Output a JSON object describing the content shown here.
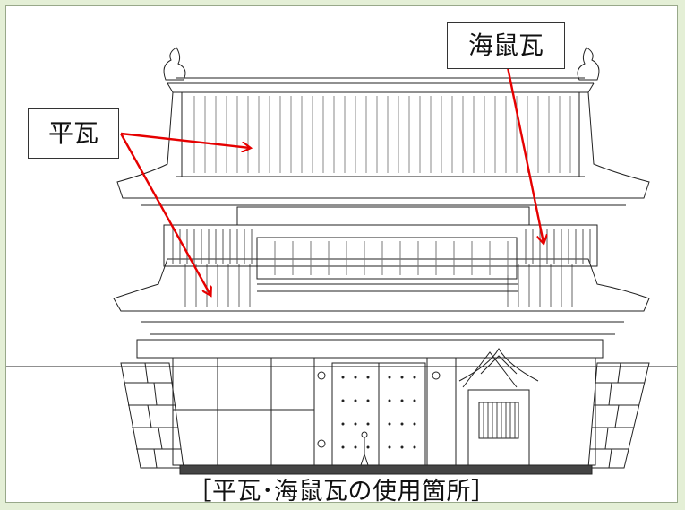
{
  "callouts": {
    "hiragawara": "平瓦",
    "kaisokugawara": "海鼠瓦"
  },
  "caption": "［平瓦･海鼠瓦の使用箇所］",
  "colors": {
    "background": "#e4efd6",
    "panel": "#ffffff",
    "arrow": "#e60000",
    "line_art": "#222222"
  }
}
